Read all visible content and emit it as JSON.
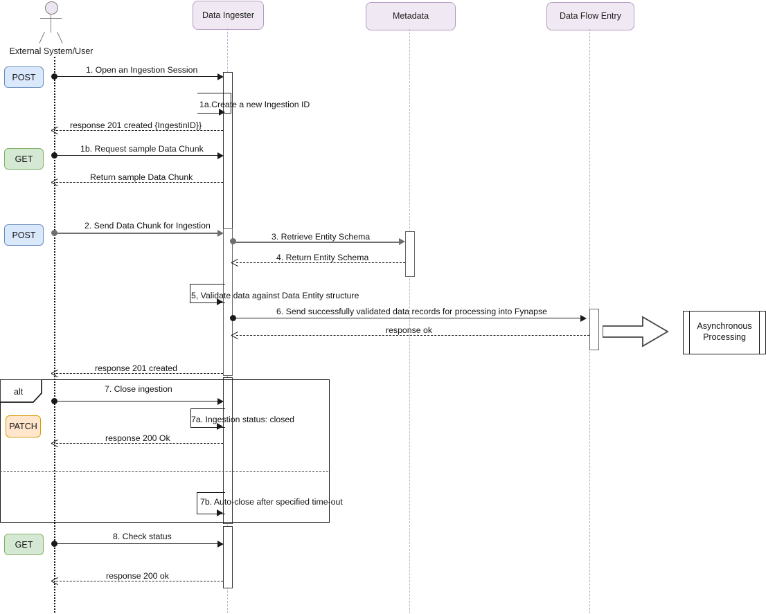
{
  "diagram": {
    "type": "uml-sequence-diagram",
    "title": "Data Ingestion Sequence",
    "colors": {
      "lifeline_fill": "#f0e9f3",
      "lifeline_border": "#b39ac1",
      "post_fill": "#dae8fc",
      "post_border": "#6c8ebf",
      "get_fill": "#d5e8d4",
      "get_border": "#82b366",
      "patch_fill": "#ffe6cc",
      "patch_border": "#d79b00",
      "line": "#1a1a1a",
      "line_gray": "#6e6e6e"
    }
  },
  "actor": {
    "label": "External System/User",
    "icon": "stick-figure-actor"
  },
  "participants": [
    {
      "id": "data-ingester",
      "label": "Data Ingester"
    },
    {
      "id": "metadata",
      "label": "Metadata"
    },
    {
      "id": "data-flow-entry",
      "label": "Data Flow Entry"
    }
  ],
  "badges": [
    {
      "id": "badge-post-1",
      "label": "POST",
      "method": "POST"
    },
    {
      "id": "badge-get-1",
      "label": "GET",
      "method": "GET"
    },
    {
      "id": "badge-post-2",
      "label": "POST",
      "method": "POST"
    },
    {
      "id": "badge-patch-1",
      "label": "PATCH",
      "method": "PATCH"
    },
    {
      "id": "badge-get-2",
      "label": "GET",
      "method": "GET"
    }
  ],
  "messages": [
    {
      "id": "m1",
      "label": "1. Open an Ingestion Session",
      "kind": "call",
      "style": "solid"
    },
    {
      "id": "m1a",
      "label": "1a.Create a new Ingestion ID",
      "kind": "self",
      "style": "solid"
    },
    {
      "id": "m1r",
      "label": "response 201 created {IngestinID}}",
      "kind": "return",
      "style": "dashed"
    },
    {
      "id": "m1b",
      "label": "1b. Request sample Data Chunk",
      "kind": "call",
      "style": "solid"
    },
    {
      "id": "m1br",
      "label": "Return sample Data Chunk",
      "kind": "return",
      "style": "dashed"
    },
    {
      "id": "m2",
      "label": "2. Send Data Chunk for Ingestion",
      "kind": "call",
      "style": "solid-gray"
    },
    {
      "id": "m3",
      "label": "3. Retrieve Entity Schema",
      "kind": "call",
      "style": "solid-gray"
    },
    {
      "id": "m4",
      "label": "4. Return Entity Schema",
      "kind": "return",
      "style": "dashed"
    },
    {
      "id": "m5",
      "label": "5, Validate data against Data Entity structure",
      "kind": "self",
      "style": "solid"
    },
    {
      "id": "m6",
      "label": "6. Send successfully validated data records for processing into Fynapse",
      "kind": "call",
      "style": "solid"
    },
    {
      "id": "m6r",
      "label": "response ok",
      "kind": "return",
      "style": "dashed"
    },
    {
      "id": "m2r",
      "label": "response 201 created",
      "kind": "return",
      "style": "dashed"
    },
    {
      "id": "m7",
      "label": "7. Close ingestion",
      "kind": "call",
      "style": "solid"
    },
    {
      "id": "m7a",
      "label": "7a. Ingestion status: closed",
      "kind": "self",
      "style": "solid"
    },
    {
      "id": "m7r",
      "label": "response 200 Ok",
      "kind": "return",
      "style": "dashed"
    },
    {
      "id": "m7b",
      "label": "7b. Auto-close after specified time-out",
      "kind": "self",
      "style": "solid"
    },
    {
      "id": "m8",
      "label": "8. Check status",
      "kind": "call",
      "style": "solid"
    },
    {
      "id": "m8r",
      "label": "response 200 ok",
      "kind": "return",
      "style": "dashed"
    }
  ],
  "fragments": [
    {
      "id": "alt-fragment",
      "label": "alt"
    }
  ],
  "nodes": [
    {
      "id": "async-processing",
      "line1": "Asynchronous",
      "line2": "Processing"
    }
  ]
}
